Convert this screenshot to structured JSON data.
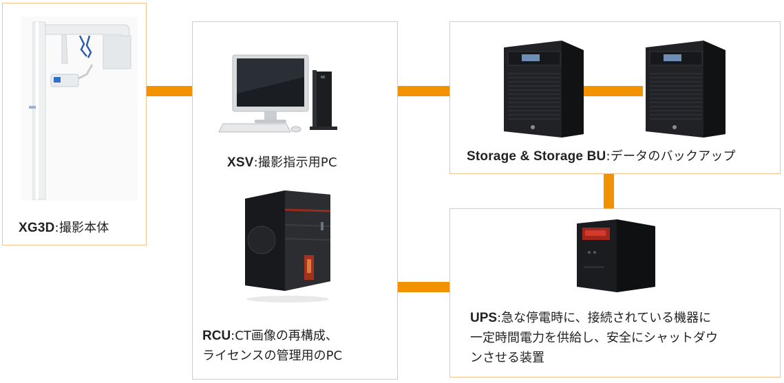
{
  "nodes": {
    "xg3d": {
      "name": "XG3D",
      "sep": ":",
      "desc": "撮影本体"
    },
    "xsv": {
      "name": "XSV",
      "sep": ":",
      "desc": "撮影指示用PC"
    },
    "rcu": {
      "name": "RCU",
      "sep": ":",
      "desc_line1": "CT画像の再構成、",
      "desc_line2": "ライセンスの管理用のPC"
    },
    "storage": {
      "name": "Storage & Storage BU",
      "sep": ":",
      "desc": "データのバックアップ"
    },
    "ups": {
      "name": "UPS",
      "sep": ":",
      "desc_line1": "急な停電時に、接続されている機器に",
      "desc_line2": "一定時間電力を供給し、安全にシャットダウ",
      "desc_line3": "ンさせる装置"
    }
  },
  "colors": {
    "connector": "#f39200",
    "box_border": "#f7c28a"
  },
  "icons": [
    "dental-xray-unit-icon",
    "desktop-pc-icon",
    "tower-server-icon",
    "nas-storage-icon",
    "ups-icon"
  ]
}
